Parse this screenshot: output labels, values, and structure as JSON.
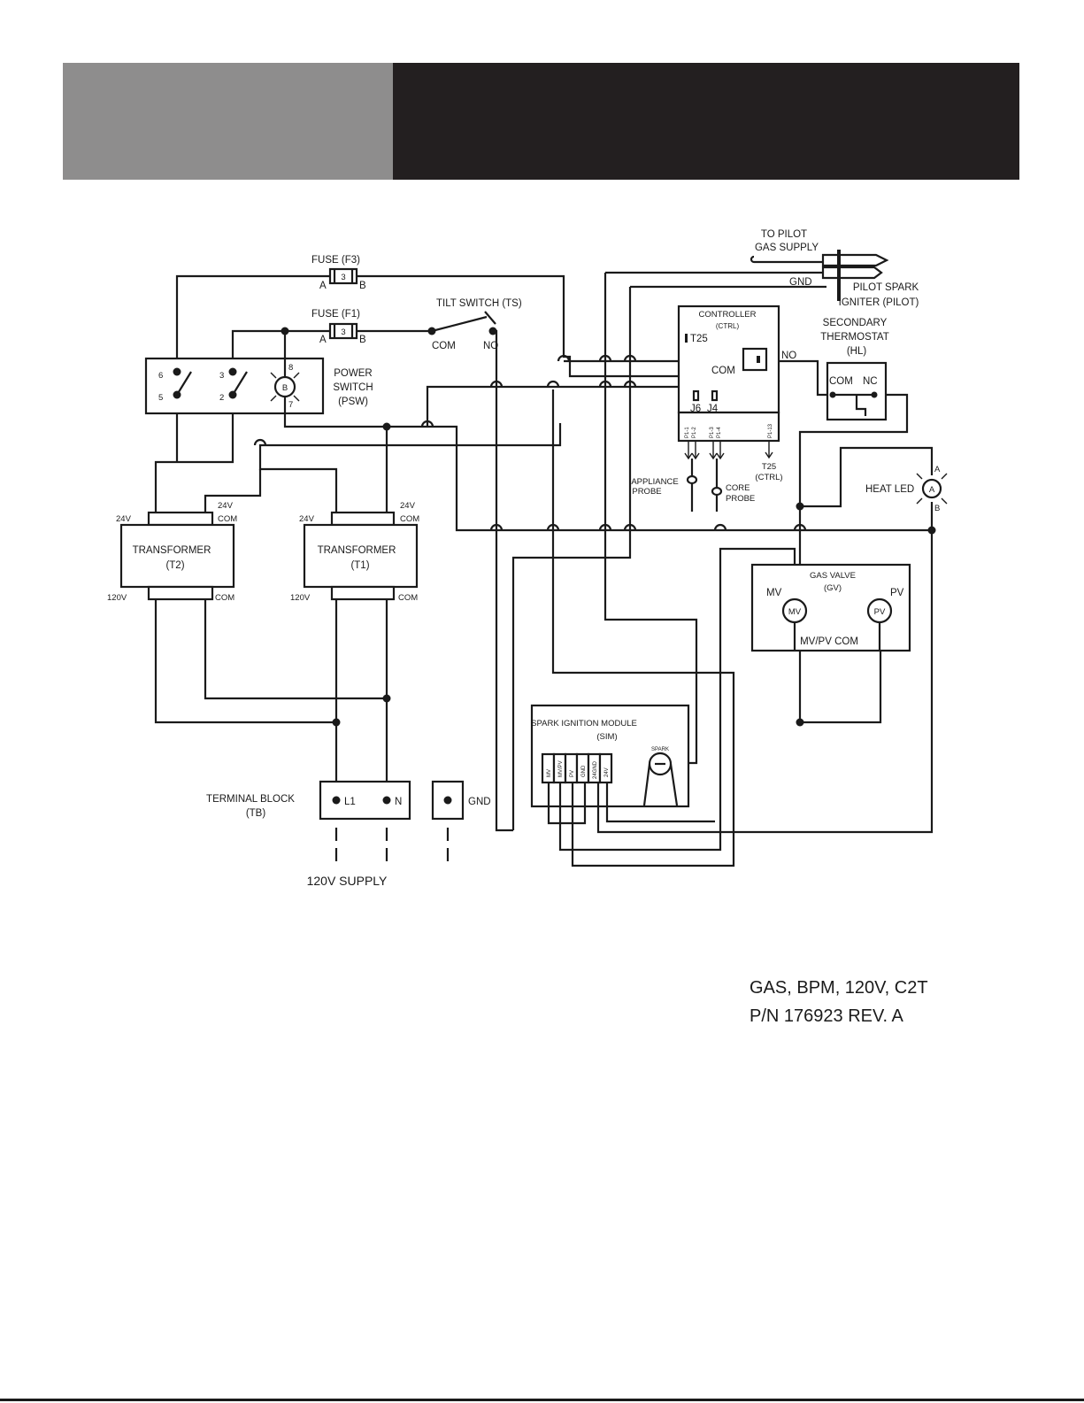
{
  "fuse_f3": {
    "label": "FUSE (F3)",
    "a": "A",
    "b": "B",
    "rating": "3"
  },
  "fuse_f1": {
    "label": "FUSE (F1)",
    "a": "A",
    "b": "B",
    "rating": "3"
  },
  "tilt_switch": {
    "label": "TILT SWITCH (TS)",
    "com": "COM",
    "no": "NO"
  },
  "power_switch": {
    "line1": "POWER",
    "line2": "SWITCH",
    "line3": "(PSW)",
    "t6": "6",
    "t5": "5",
    "t3": "3",
    "t2": "2",
    "t8": "8",
    "t7": "7",
    "lamp": "B"
  },
  "transformer_t2": {
    "name": "TRANSFORMER",
    "id": "(T2)",
    "v24": "24V",
    "v24com_1": "24V",
    "v24com_2": "COM",
    "v120": "120V",
    "com": "COM"
  },
  "transformer_t1": {
    "name": "TRANSFORMER",
    "id": "(T1)",
    "v24": "24V",
    "v24com_1": "24V",
    "v24com_2": "COM",
    "v120": "120V",
    "com": "COM"
  },
  "terminal_block": {
    "line1": "TERMINAL BLOCK",
    "line2": "(TB)",
    "l1": "L1",
    "n": "N",
    "gnd": "GND",
    "supply": "120V SUPPLY"
  },
  "pilot": {
    "gas_1": "TO PILOT",
    "gas_2": "GAS SUPPLY",
    "gnd": "GND",
    "igniter_1": "PILOT SPARK",
    "igniter_2": "IGNITER (PILOT)"
  },
  "controller": {
    "line1": "CONTROLLER",
    "line2": "(CTRL)",
    "t25": "T25",
    "com": "COM",
    "no": "NO",
    "j6": "J6",
    "j4": "J4",
    "p1_1": "P1-1",
    "p1_2": "P1-2",
    "p1_3": "P1-3",
    "p1_4": "P1-4",
    "p1_13": "P1-13"
  },
  "secondary_thermostat": {
    "line1": "SECONDARY",
    "line2": "THERMOSTAT",
    "line3": "(HL)",
    "com": "COM",
    "nc": "NC"
  },
  "probes": {
    "appliance_1": "APPLIANCE",
    "appliance_2": "PROBE",
    "core_1": "CORE",
    "core_2": "PROBE",
    "t25_1": "T25",
    "t25_2": "(CTRL)"
  },
  "heat_led": {
    "label": "HEAT LED",
    "lamp": "A",
    "a": "A",
    "b": "B"
  },
  "gas_valve": {
    "line1": "GAS VALVE",
    "line2": "(GV)",
    "mv": "MV",
    "pv": "PV",
    "mv_coil": "MV",
    "pv_coil": "PV",
    "com": "MV/PV COM"
  },
  "sim": {
    "line1": "SPARK IGNITION MODULE",
    "line2": "(SIM)",
    "spark": "SPARK",
    "pins": [
      "MV",
      "MV/PV",
      "PV",
      "GND",
      "24GND",
      "24V"
    ]
  },
  "model": {
    "line1": "GAS, BPM, 120V, C2T",
    "line2": "P/N 176923 REV. A"
  },
  "colors": {
    "banner_left": "#8e8d8d",
    "banner_right": "#231f20",
    "ink": "#1a1a1a"
  }
}
